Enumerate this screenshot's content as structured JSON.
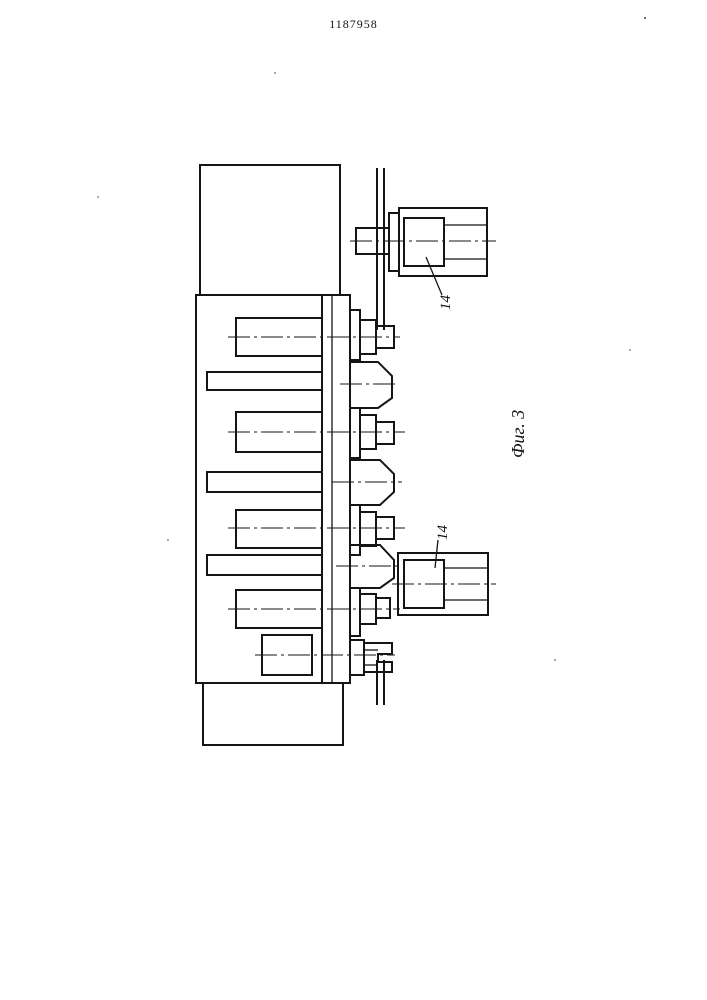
{
  "document": {
    "patent_number": "1187958",
    "figure_label": "Фиг. 3",
    "part_labels": {
      "upper_unit": "14",
      "lower_unit": "14"
    }
  }
}
